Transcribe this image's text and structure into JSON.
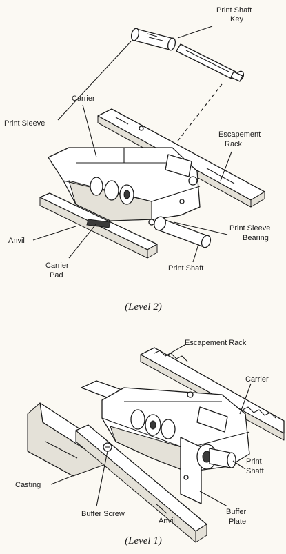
{
  "level2": {
    "caption": "(Level 2)",
    "labels": {
      "print_shaft_key_1": "Print Shaft",
      "print_shaft_key_2": "Key",
      "print_sleeve": "Print Sleeve",
      "carrier": "Carrier",
      "escapement_rack_1": "Escapement",
      "escapement_rack_2": "Rack",
      "anvil": "Anvil",
      "print_sleeve_bearing_1": "Print Sleeve",
      "print_sleeve_bearing_2": "Bearing",
      "carrier_pad_1": "Carrier",
      "carrier_pad_2": "Pad",
      "print_shaft": "Print Shaft"
    }
  },
  "level1": {
    "caption": "(Level 1)",
    "labels": {
      "escapement_rack": "Escapement Rack",
      "carrier": "Carrier",
      "casting": "Casting",
      "print_shaft_1": "Print",
      "print_shaft_2": "Shaft",
      "buffer_screw": "Buffer Screw",
      "anvil": "Anvil",
      "buffer_plate_1": "Buffer",
      "buffer_plate_2": "Plate"
    }
  }
}
